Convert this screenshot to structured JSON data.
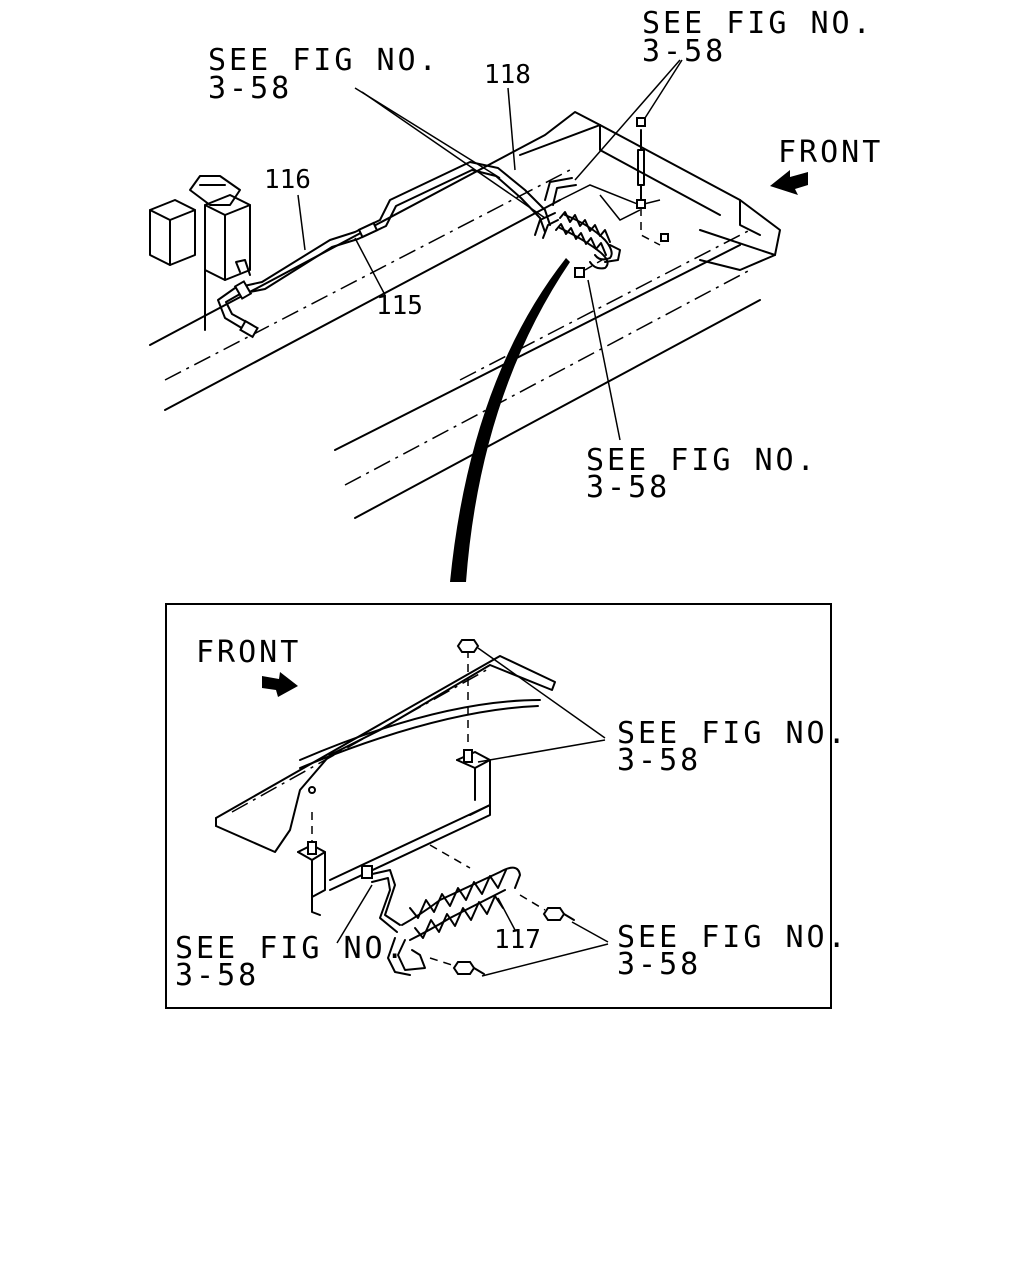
{
  "top_view": {
    "ref_upper_left": [
      "SEE FIG NO.",
      "3-58"
    ],
    "ref_upper_right": [
      "SEE FIG NO.",
      "3-58"
    ],
    "ref_lower": [
      "SEE FIG NO.",
      "3-58"
    ],
    "front_label": "FRONT",
    "parts": {
      "p116": "116",
      "p115": "115",
      "p118": "118"
    }
  },
  "detail_view": {
    "front_label": "FRONT",
    "ref_upper": [
      "SEE FIG NO.",
      "3-58"
    ],
    "ref_lower_left": [
      "SEE FIG NO.",
      "3-58"
    ],
    "ref_lower_right": [
      "SEE FIG NO.",
      "3-58"
    ],
    "parts": {
      "p117": "117"
    }
  }
}
